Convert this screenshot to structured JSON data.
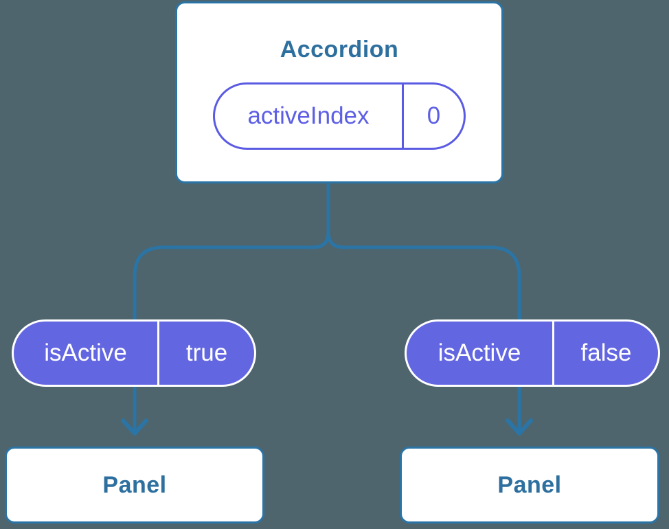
{
  "tree": {
    "root": {
      "title": "Accordion",
      "state": {
        "name": "activeIndex",
        "value": "0"
      }
    },
    "children": [
      {
        "prop": {
          "name": "isActive",
          "value": "true"
        },
        "label": "Panel"
      },
      {
        "prop": {
          "name": "isActive",
          "value": "false"
        },
        "label": "Panel"
      }
    ]
  },
  "colors": {
    "background": "#4E656D",
    "connector_blue": "#2B74A6",
    "node_border_blue": "#2B74A6",
    "node_text_blue": "#2D6F9E",
    "state_pill_purple": "#5A5BE2",
    "prop_pill_purple": "#6366E1",
    "prop_pill_text": "#FFFFFF"
  }
}
